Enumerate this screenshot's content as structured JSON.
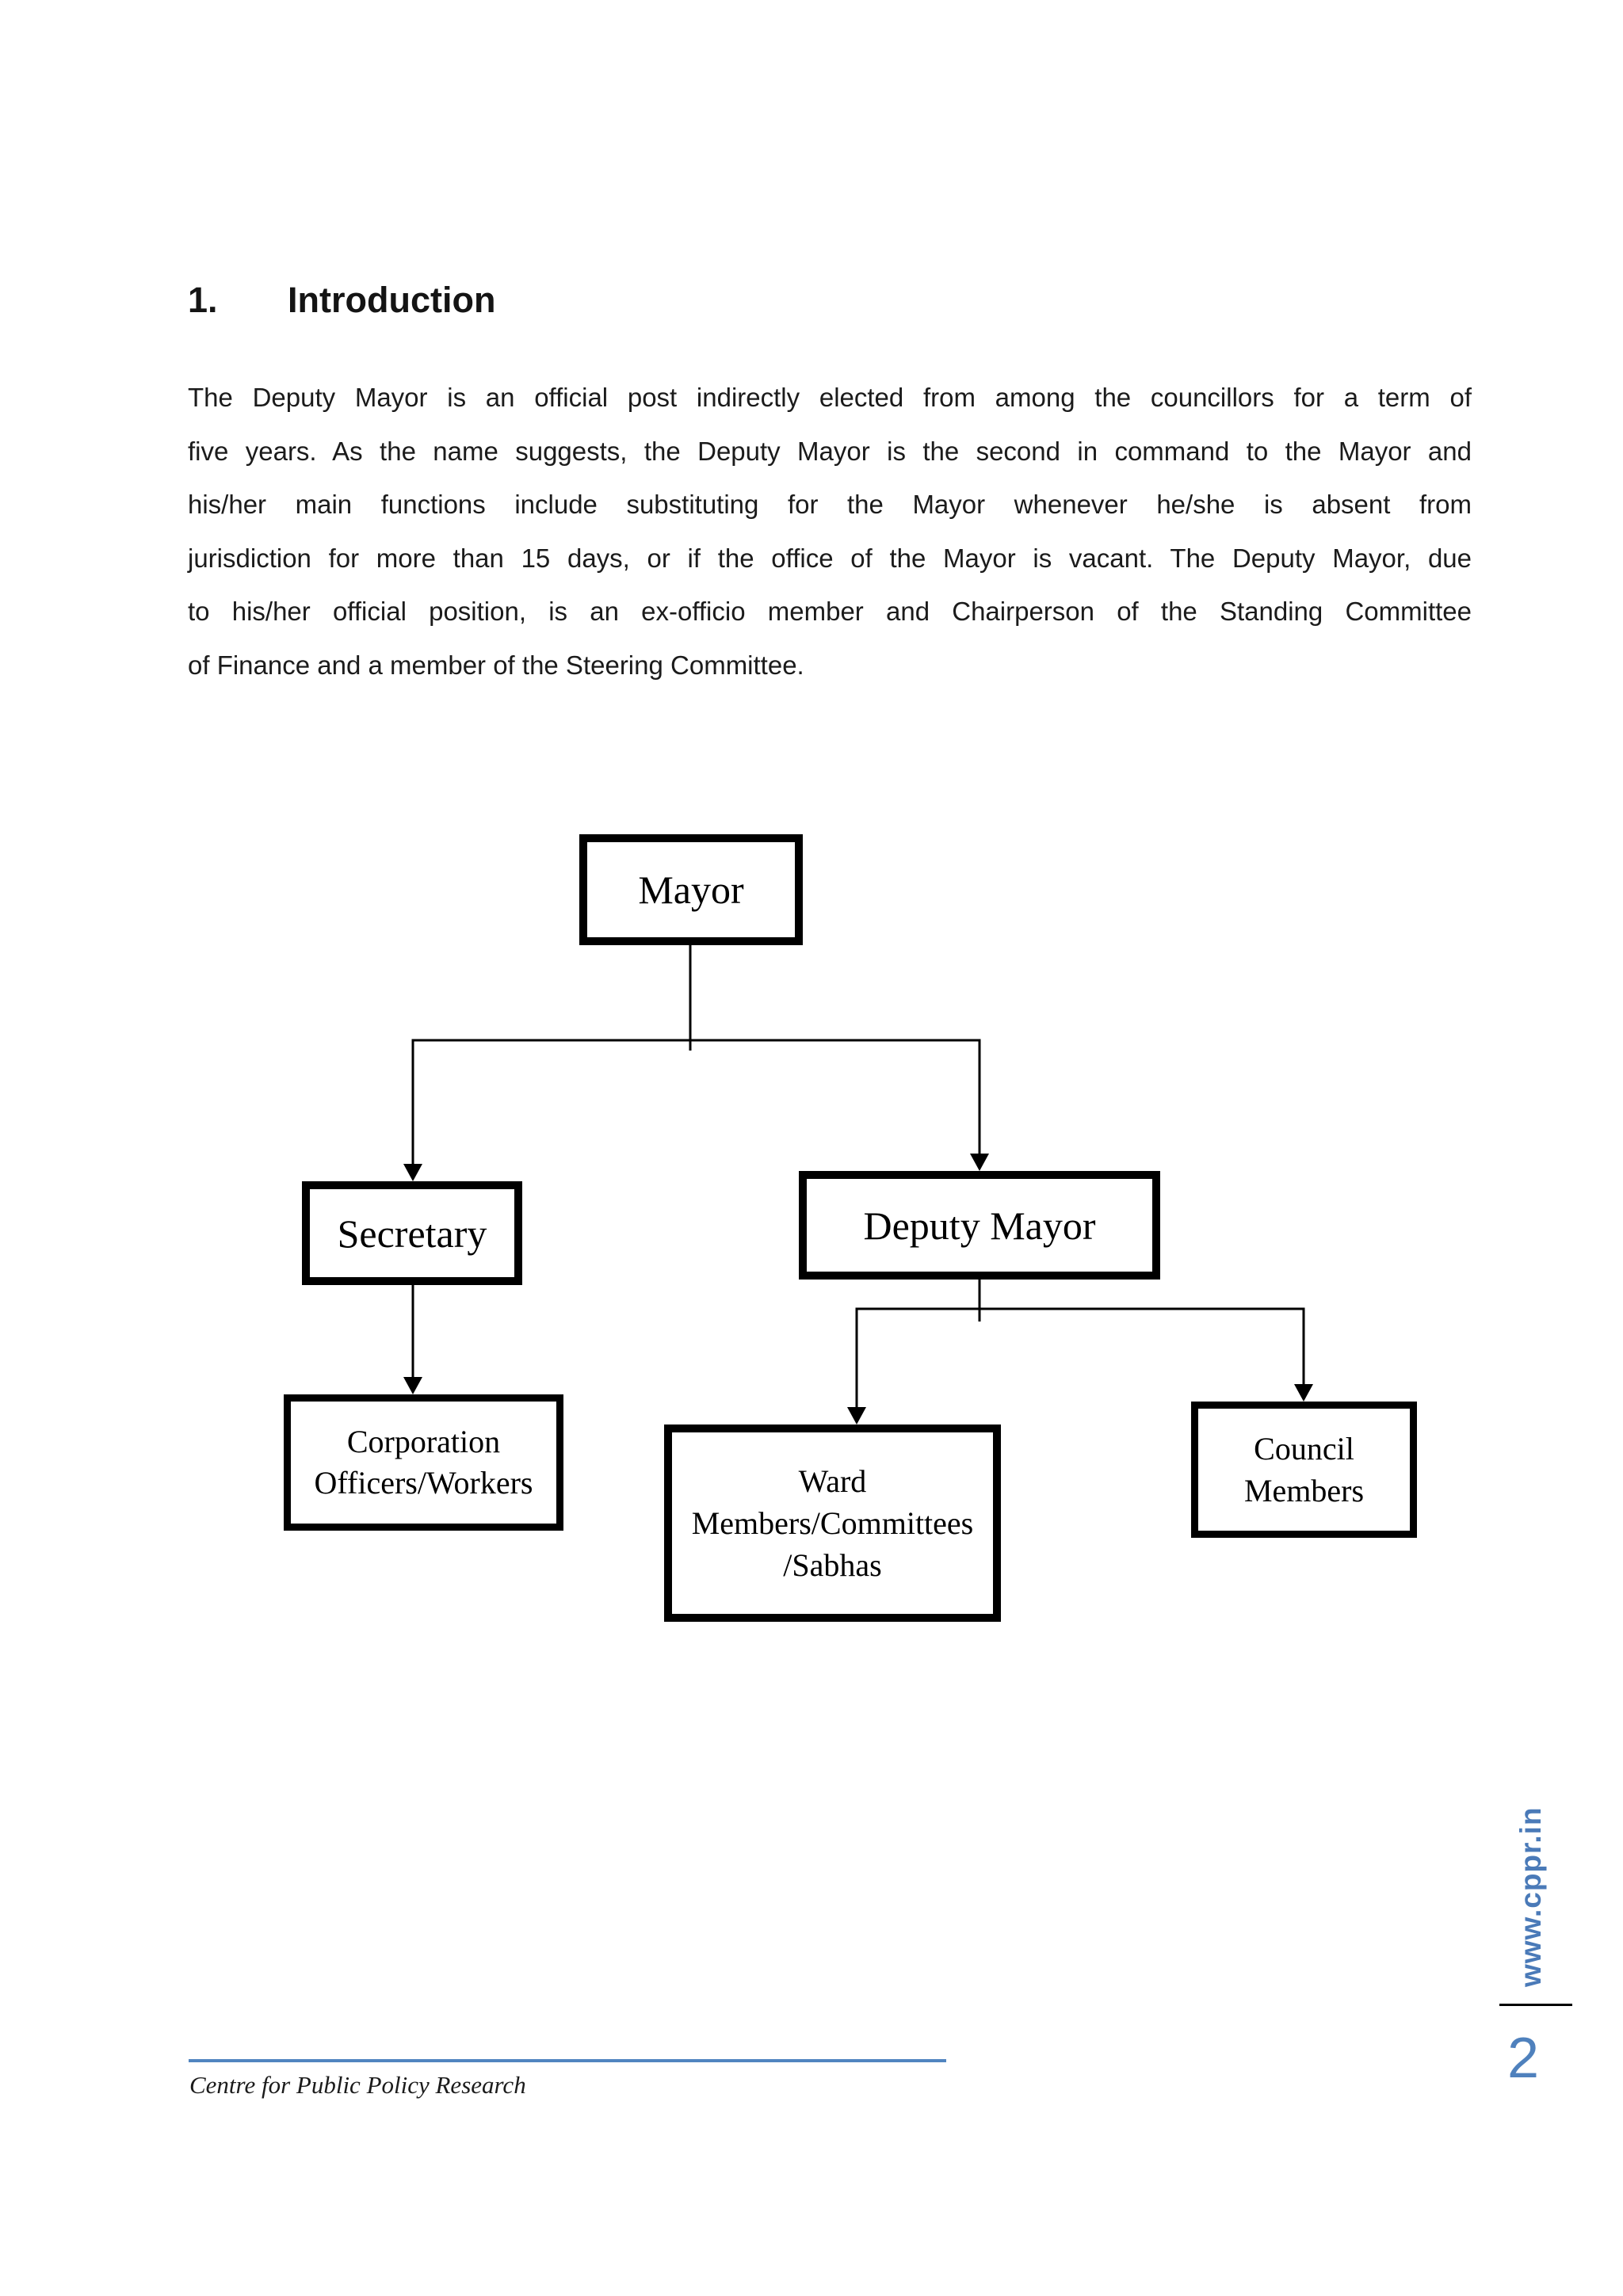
{
  "heading": {
    "number": "1.",
    "title": "Introduction"
  },
  "intro_paragraph": {
    "lines": [
      "The Deputy Mayor is an official post indirectly elected from among the councillors for a term of",
      "five years. As the name suggests, the Deputy Mayor is the second in command to the Mayor and",
      "his/her main functions include substituting for the Mayor whenever he/she is absent from",
      "jurisdiction for more than 15 days, or if the office of the Mayor is vacant. The Deputy Mayor, due",
      "to his/her official position, is an ex-officio member and Chairperson of the Standing Committee",
      "of Finance and a member of the Steering Committee."
    ]
  },
  "org_chart": {
    "nodes": {
      "mayor": {
        "label": "Mayor"
      },
      "secretary": {
        "label": "Secretary"
      },
      "deputy_mayor": {
        "label": "Deputy Mayor"
      },
      "corporation_officers": {
        "label": "Corporation\nOfficers/Workers"
      },
      "ward_members": {
        "label": "Ward\nMembers/Committees\n/Sabhas"
      },
      "council_members": {
        "label": "Council\nMembers"
      }
    },
    "edges": [
      {
        "from": "Mayor",
        "to": "Secretary"
      },
      {
        "from": "Mayor",
        "to": "Deputy Mayor"
      },
      {
        "from": "Secretary",
        "to": "Corporation Officers/Workers"
      },
      {
        "from": "Deputy Mayor",
        "to": "Ward Members/Committees/Sabhas"
      },
      {
        "from": "Deputy Mayor",
        "to": "Council Members"
      }
    ]
  },
  "footer": {
    "organization": "Centre for Public Policy Research",
    "website": "www.cppr.in",
    "page_number": "2"
  },
  "colors": {
    "accent_blue": "#4f81bd",
    "website_blue": "#4a7ab8",
    "text": "#1b1b1b",
    "diagram_black": "#000000"
  }
}
